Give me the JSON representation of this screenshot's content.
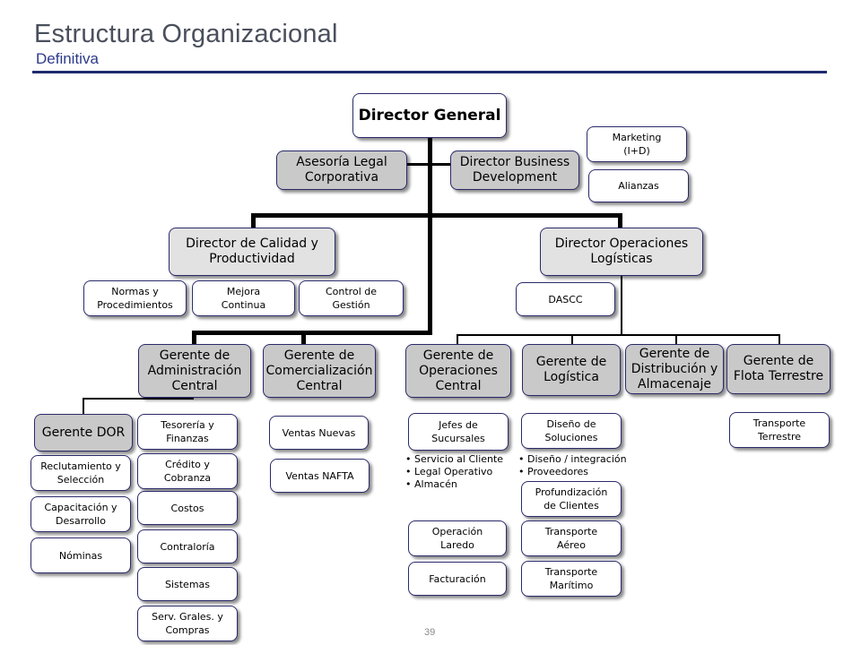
{
  "header": {
    "title": "Estructura Organizacional",
    "subtitle": "Definitiva"
  },
  "chart": {
    "director_general": "Director General",
    "asesoria_legal": "Asesoría Legal Corporativa",
    "director_business": "Director Business Development",
    "marketing": "Marketing (I+D)",
    "alianzas": "Alianzas",
    "director_calidad": "Director de Calidad y Productividad",
    "director_operaciones": "Director Operaciones Logísticas",
    "normas": "Normas y Procedimientos",
    "mejora": "Mejora Continua",
    "control_gestion": "Control de Gestión",
    "dascc": "DASCC",
    "ger_admin": "Gerente de Administración Central",
    "ger_comercial": "Gerente de Comercialización Central",
    "ger_operaciones": "Gerente de Operaciones Central",
    "ger_logistica": "Gerente de Logística",
    "ger_distribucion": "Gerente de Distribución y Almacenaje",
    "ger_flota": "Gerente de Flota Terrestre",
    "gerente_dor": "Gerente DOR",
    "reclutamiento": "Reclutamiento y Selección",
    "capacitacion": "Capacitación y Desarrollo",
    "nominas": "Nóminas",
    "tesoreria": "Tesorería y Finanzas",
    "credito": "Crédito y Cobranza",
    "costos": "Costos",
    "contraloria": "Contraloría",
    "sistemas": "Sistemas",
    "serv_grales": "Serv. Grales. y Compras",
    "ventas_nuevas": "Ventas Nuevas",
    "ventas_nafta": "Ventas NAFTA",
    "jefes_sucursales": "Jefes de Sucursales",
    "ops_bullets": [
      "Servicio al Cliente",
      "Legal Operativo",
      "Almacén"
    ],
    "operacion_laredo": "Operación Laredo",
    "facturacion": "Facturación",
    "diseno_soluciones": "Diseño de Soluciones",
    "log_bullets": [
      "Diseño / integración",
      "Proveedores"
    ],
    "profundizacion": "Profundización de Clientes",
    "transporte_aereo": "Transporte Aéreo",
    "transporte_maritimo": "Transporte Marítimo",
    "transporte_terrestre": "Transporte Terrestre"
  },
  "footer": {
    "page_number": "39"
  },
  "colors": {
    "title": "#4a4f5c",
    "subtitle": "#2e3a8c",
    "rule": "#1f2a6e",
    "grey_box": "#c9c9c9",
    "light_box": "#e2e2e2"
  }
}
